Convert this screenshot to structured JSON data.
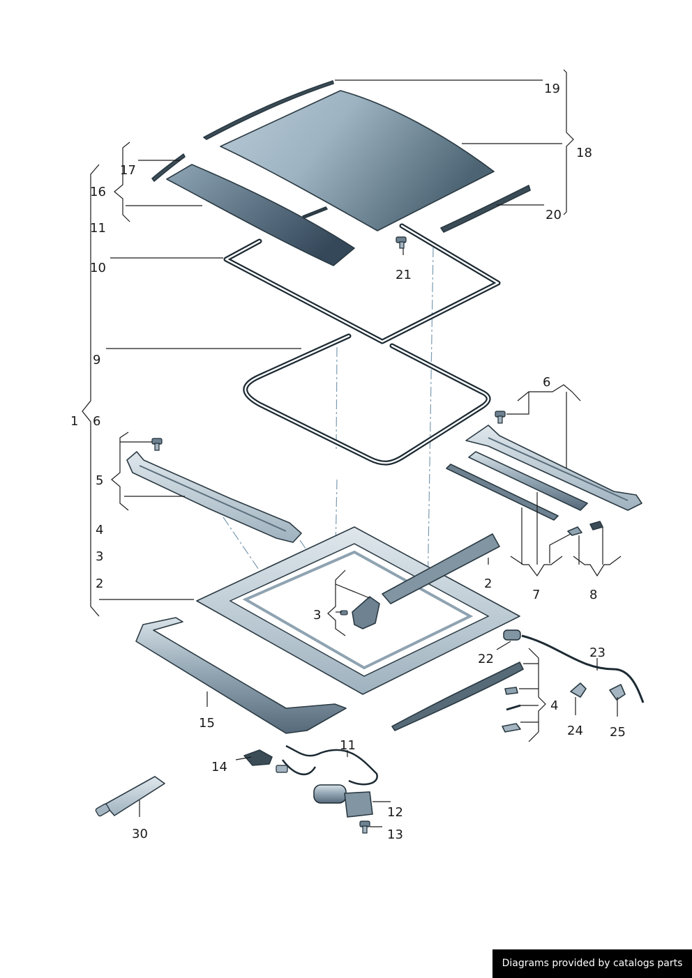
{
  "labels": [
    {
      "id": "1",
      "text": "1"
    },
    {
      "id": "2a",
      "text": "2"
    },
    {
      "id": "2b",
      "text": "2"
    },
    {
      "id": "3a",
      "text": "3"
    },
    {
      "id": "3b",
      "text": "3"
    },
    {
      "id": "4a",
      "text": "4"
    },
    {
      "id": "4b",
      "text": "4"
    },
    {
      "id": "5",
      "text": "5"
    },
    {
      "id": "6a",
      "text": "6"
    },
    {
      "id": "6b",
      "text": "6"
    },
    {
      "id": "7",
      "text": "7"
    },
    {
      "id": "8",
      "text": "8"
    },
    {
      "id": "9",
      "text": "9"
    },
    {
      "id": "10",
      "text": "10"
    },
    {
      "id": "11a",
      "text": "11"
    },
    {
      "id": "11b",
      "text": "11"
    },
    {
      "id": "12",
      "text": "12"
    },
    {
      "id": "13",
      "text": "13"
    },
    {
      "id": "14",
      "text": "14"
    },
    {
      "id": "15",
      "text": "15"
    },
    {
      "id": "16",
      "text": "16"
    },
    {
      "id": "17",
      "text": "17"
    },
    {
      "id": "18",
      "text": "18"
    },
    {
      "id": "19",
      "text": "19"
    },
    {
      "id": "20",
      "text": "20"
    },
    {
      "id": "21",
      "text": "21"
    },
    {
      "id": "22",
      "text": "22"
    },
    {
      "id": "23",
      "text": "23"
    },
    {
      "id": "24",
      "text": "24"
    },
    {
      "id": "25",
      "text": "25"
    },
    {
      "id": "30",
      "text": "30"
    }
  ],
  "credit": "Diagrams provided by catalogs parts",
  "colors": {
    "glass_light": "#a9bccb",
    "glass_dark": "#4c6473",
    "metal": "#c9d5de",
    "outline": "#1c2a33",
    "leader_dash": "#7a9ab0"
  }
}
